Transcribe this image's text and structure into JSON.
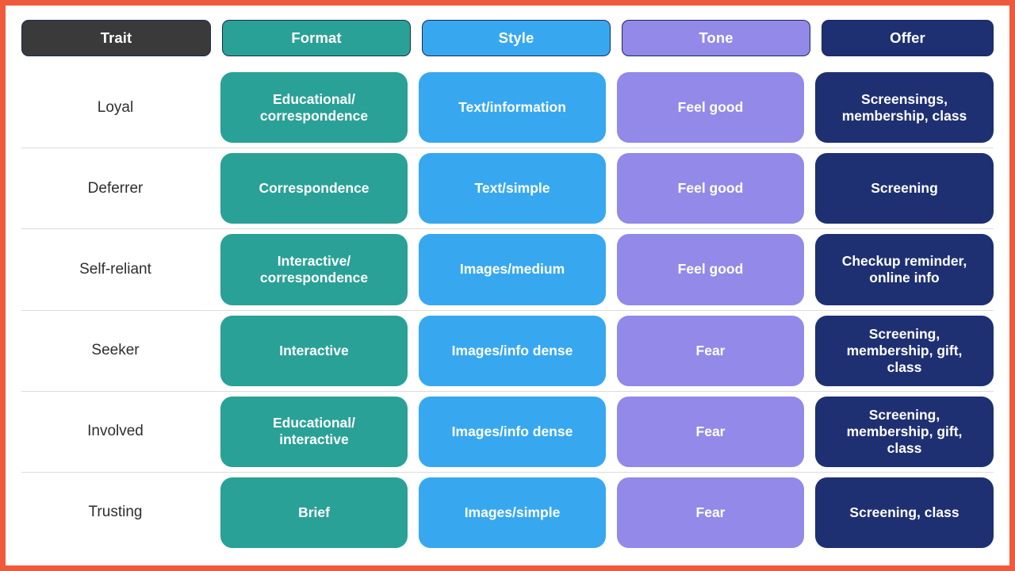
{
  "frame": {
    "border_color": "#f05a3c",
    "background": "#ffffff"
  },
  "colors": {
    "trait_header": "#3a3a3a",
    "format": "#2aa196",
    "style": "#37a8f0",
    "tone": "#9289e8",
    "offer": "#1e3072",
    "header_outline": "#1b2a55",
    "row_divider": "#dcdcdc",
    "trait_text": "#2e2e2e",
    "pill_text": "#ffffff"
  },
  "table": {
    "headers": [
      {
        "key": "trait",
        "label": "Trait"
      },
      {
        "key": "format",
        "label": "Format"
      },
      {
        "key": "style",
        "label": "Style"
      },
      {
        "key": "tone",
        "label": "Tone"
      },
      {
        "key": "offer",
        "label": "Offer"
      }
    ],
    "rows": [
      {
        "trait": "Loyal",
        "format": "Educational/\ncorrespondence",
        "style": "Text/information",
        "tone": "Feel good",
        "offer": "Screensings,\nmembership, class"
      },
      {
        "trait": "Deferrer",
        "format": "Correspondence",
        "style": "Text/simple",
        "tone": "Feel good",
        "offer": "Screening"
      },
      {
        "trait": "Self-reliant",
        "format": "Interactive/\ncorrespondence",
        "style": "Images/medium",
        "tone": "Feel good",
        "offer": "Checkup reminder,\nonline info"
      },
      {
        "trait": "Seeker",
        "format": "Interactive",
        "style": "Images/info dense",
        "tone": "Fear",
        "offer": "Screening,\nmembership, gift,\nclass"
      },
      {
        "trait": "Involved",
        "format": "Educational/\ninteractive",
        "style": "Images/info dense",
        "tone": "Fear",
        "offer": "Screening,\nmembership, gift,\nclass"
      },
      {
        "trait": "Trusting",
        "format": "Brief",
        "style": "Images/simple",
        "tone": "Fear",
        "offer": "Screening, class"
      }
    ]
  }
}
